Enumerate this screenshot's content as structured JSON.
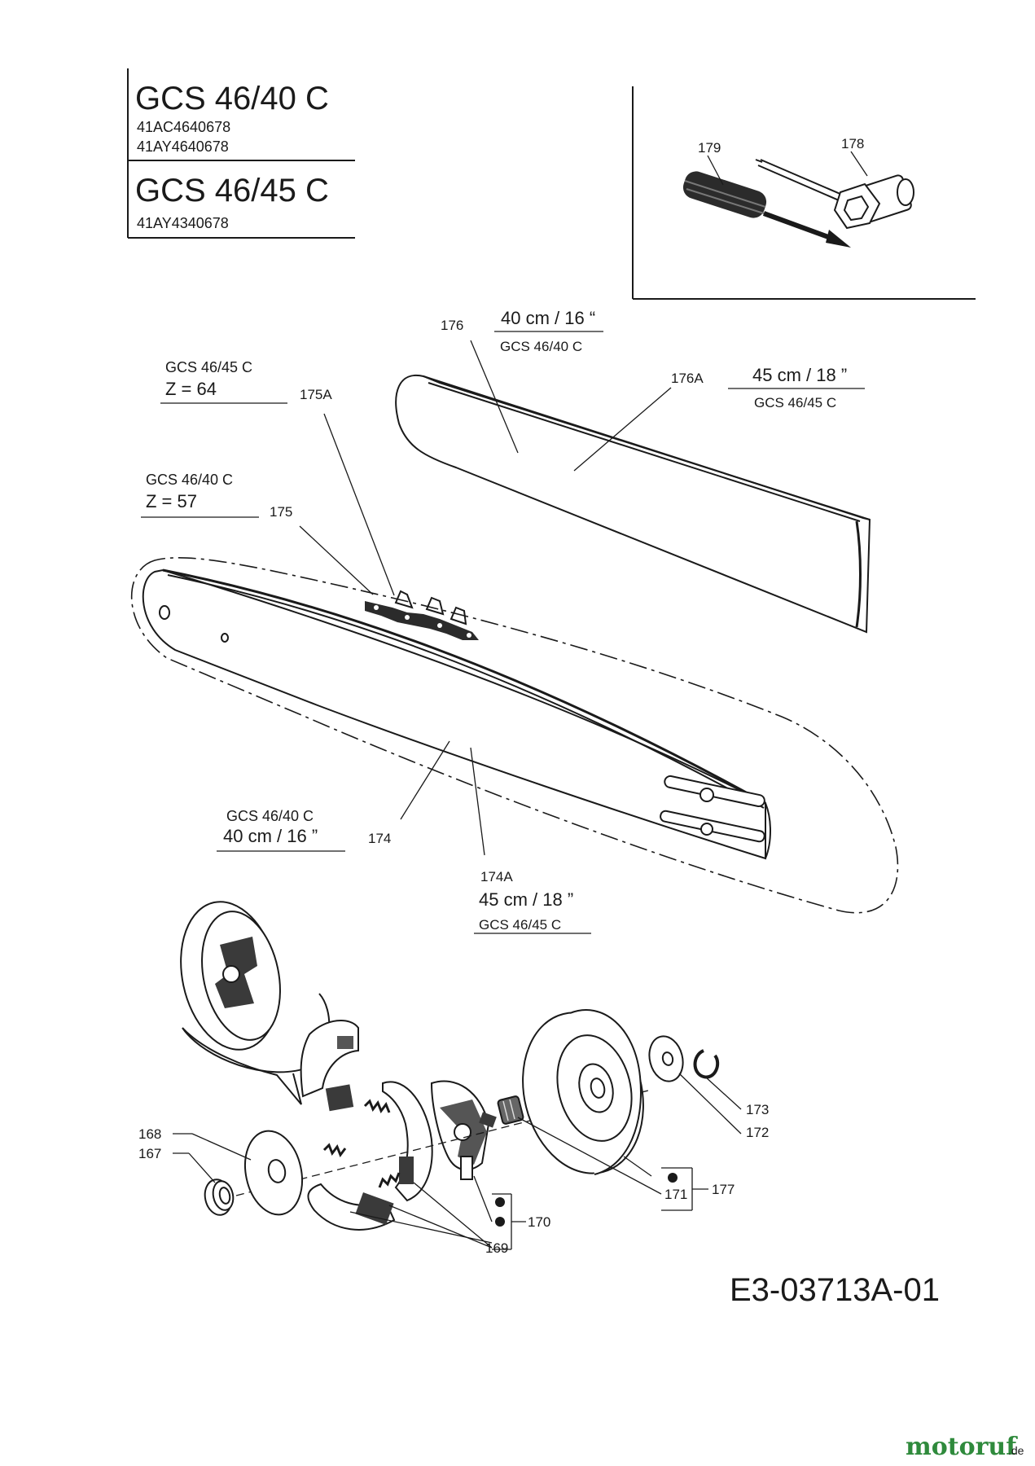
{
  "header": {
    "model_1": "GCS 46/40 C",
    "model_1_codes": [
      "41AC4640678",
      "41AY4640678"
    ],
    "model_2": "GCS 46/45 C",
    "model_2_codes": [
      "41AY4340678"
    ]
  },
  "tools": {
    "screwdriver": "179",
    "spark_plug_wrench": "178"
  },
  "bars": {
    "bar_176": "176",
    "bar_176_size": "40 cm / 16 “",
    "bar_176_model": "GCS 46/40 C",
    "bar_176A": "176A",
    "bar_176A_size": "45 cm / 18 ”",
    "bar_176A_model": "GCS 46/45 C",
    "bar_174": "174",
    "bar_174_model": "GCS 46/40 C",
    "bar_174_size": "40 cm / 16 ”",
    "bar_174A": "174A",
    "bar_174A_size": "45 cm / 18 ”",
    "bar_174A_model": "GCS 46/45 C"
  },
  "chains": {
    "chain_175A_model": "GCS 46/45 C",
    "chain_175A_links": "Z = 64",
    "chain_175A": "175A",
    "chain_175_model": "GCS 46/40 C",
    "chain_175_links": "Z = 57",
    "chain_175": "175"
  },
  "clutch": {
    "p167": "167",
    "p168": "168",
    "p169": "169",
    "p170": "170",
    "p171": "171",
    "p172": "172",
    "p173": "173",
    "p177": "177"
  },
  "footer": {
    "drawing_id": "E3-03713A-01",
    "watermark_main": "motoruf",
    "watermark_suffix": ".de"
  },
  "colors": {
    "line": "#1a1a1a",
    "background": "#ffffff",
    "watermark_accent": "#d9531e"
  }
}
